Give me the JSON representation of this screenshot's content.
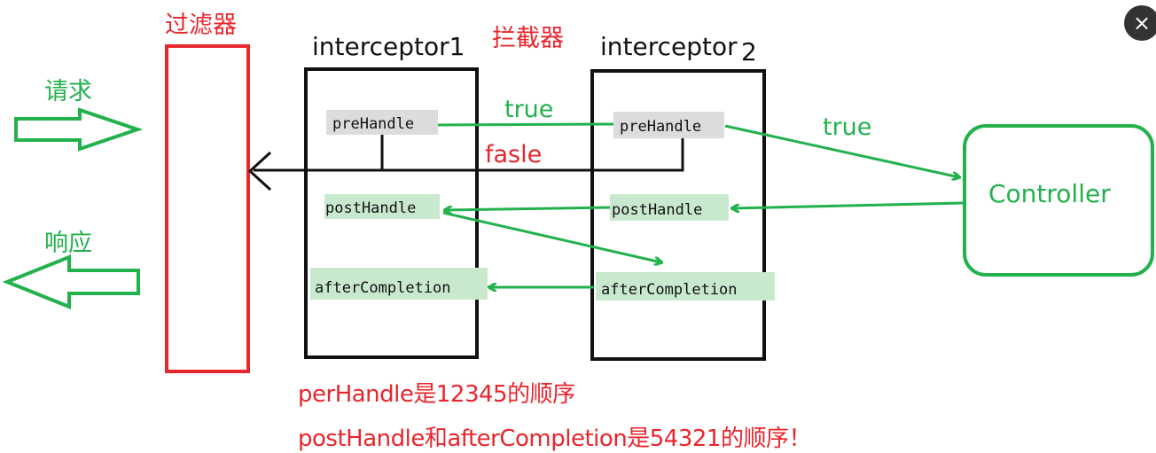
{
  "labels": {
    "filter": "过滤器",
    "interceptor_group": "拦截器",
    "interceptor1": "interceptor1",
    "interceptor2_name": "interceptor",
    "interceptor2_num": "2",
    "request": "请求",
    "response": "响应",
    "controller": "Controller",
    "true_1": "true",
    "true_2": "true",
    "false_label": "fasle"
  },
  "methods": {
    "i1_pre": "preHandle",
    "i1_post": "postHandle",
    "i1_after": "afterCompletion",
    "i2_pre": "preHandle",
    "i2_post": "postHandle",
    "i2_after": "afterCompletion"
  },
  "notes": {
    "line1": "perHandle是12345的顺序",
    "line2": "postHandle和afterCompletion是54321的顺序！"
  },
  "close_icon": "×",
  "colors": {
    "red": "#e8262d",
    "green": "#22b14c",
    "black": "#111111",
    "highlight": "#c9e9cf"
  }
}
